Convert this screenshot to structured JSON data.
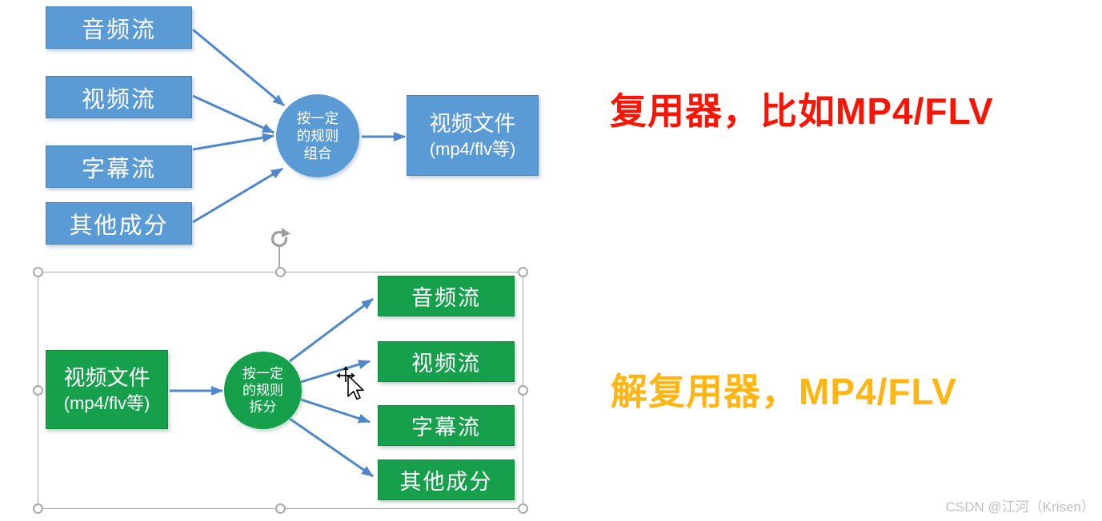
{
  "colors": {
    "blue": "#5B9BD5",
    "blue_border": "#4781BC",
    "green": "#17A04C",
    "green_border": "#0F8A3F",
    "arrow": "#4E87CB",
    "red_heading": "#F81505",
    "orange_heading": "#FFB513",
    "selection_gray": "#A9A9A9",
    "watermark_gray": "#BFBFBF"
  },
  "mux": {
    "streams": [
      "音频流",
      "视频流",
      "字幕流",
      "其他成分"
    ],
    "circle": {
      "line1": "按一定",
      "line2": "的规则",
      "line3": "组合"
    },
    "file_box": {
      "title": "视频文件",
      "subtitle": "(mp4/flv等)"
    },
    "headline": "复用器，比如MP4/FLV"
  },
  "demux": {
    "file_box": {
      "title": "视频文件",
      "subtitle": "(mp4/flv等)"
    },
    "circle": {
      "line1": "按一定",
      "line2": "的规则",
      "line3": "拆分"
    },
    "streams": [
      "音频流",
      "视频流",
      "字幕流",
      "其他成分"
    ],
    "headline": "解复用器，MP4/FLV"
  },
  "icons": {
    "rotate_handle": "↻",
    "move_cursor": "✥"
  },
  "watermark": "CSDN @江河（Krisen）"
}
